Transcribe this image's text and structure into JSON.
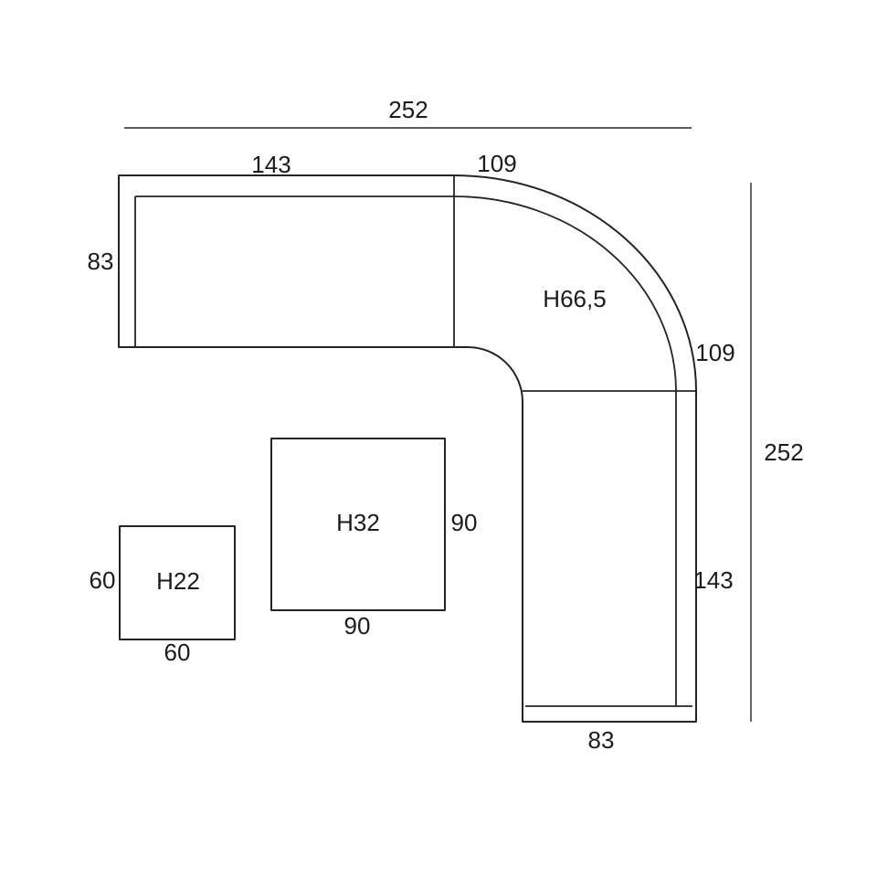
{
  "page": {
    "background": "#ffffff",
    "line_color": "#242424"
  },
  "diagram": {
    "type": "furniture-dimension-drawing",
    "sofa": {
      "overall_width": "252",
      "left_arm_width": "143",
      "corner_width_top": "109",
      "left_arm_depth": "83",
      "corner_height": "H66,5",
      "corner_width_right": "109",
      "overall_depth": "252",
      "right_arm_length": "143",
      "right_arm_width": "83"
    },
    "large_table": {
      "height_label": "H32",
      "width": "90",
      "depth": "90"
    },
    "small_table": {
      "height_label": "H22",
      "width": "60",
      "depth": "60"
    }
  }
}
